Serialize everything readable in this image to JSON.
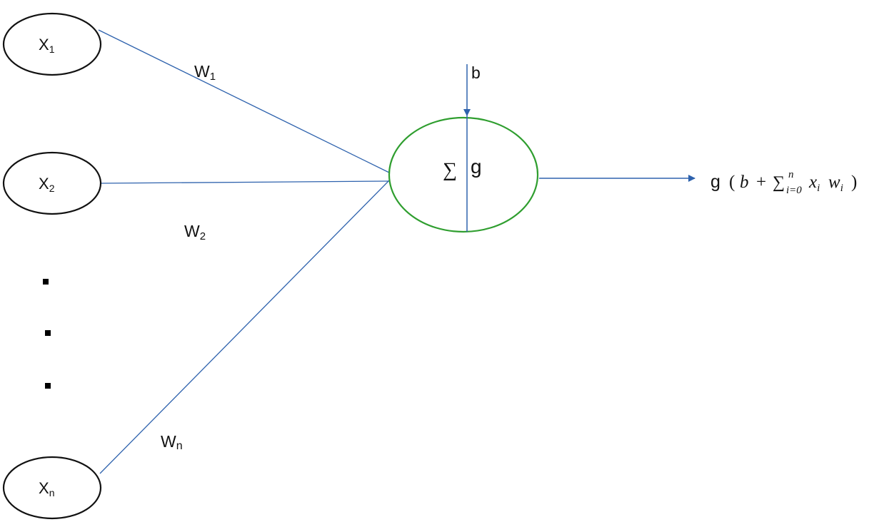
{
  "inputs": [
    {
      "main": "X",
      "sub": "1"
    },
    {
      "main": "X",
      "sub": "2"
    },
    {
      "main": "X",
      "sub": "n"
    }
  ],
  "weights": [
    {
      "main": "W",
      "sub": "1"
    },
    {
      "main": "W",
      "sub": "2"
    },
    {
      "main": "W",
      "sub": "n"
    }
  ],
  "bias_label": "b",
  "neuron": {
    "sum_symbol": "∑",
    "activation": "g"
  },
  "output": {
    "g": "g",
    "open": "(",
    "b": "b",
    "plus": "+",
    "sum": "∑",
    "upper": "n",
    "lower": "i=0",
    "x": "x",
    "xi": "i",
    "w": "w",
    "wi": "i",
    "close": ")"
  },
  "colors": {
    "connection": "#2e62ad",
    "neuron_outline": "#2f9e2f",
    "node_outline": "#111111",
    "ellipsis_dot": "#000000"
  }
}
